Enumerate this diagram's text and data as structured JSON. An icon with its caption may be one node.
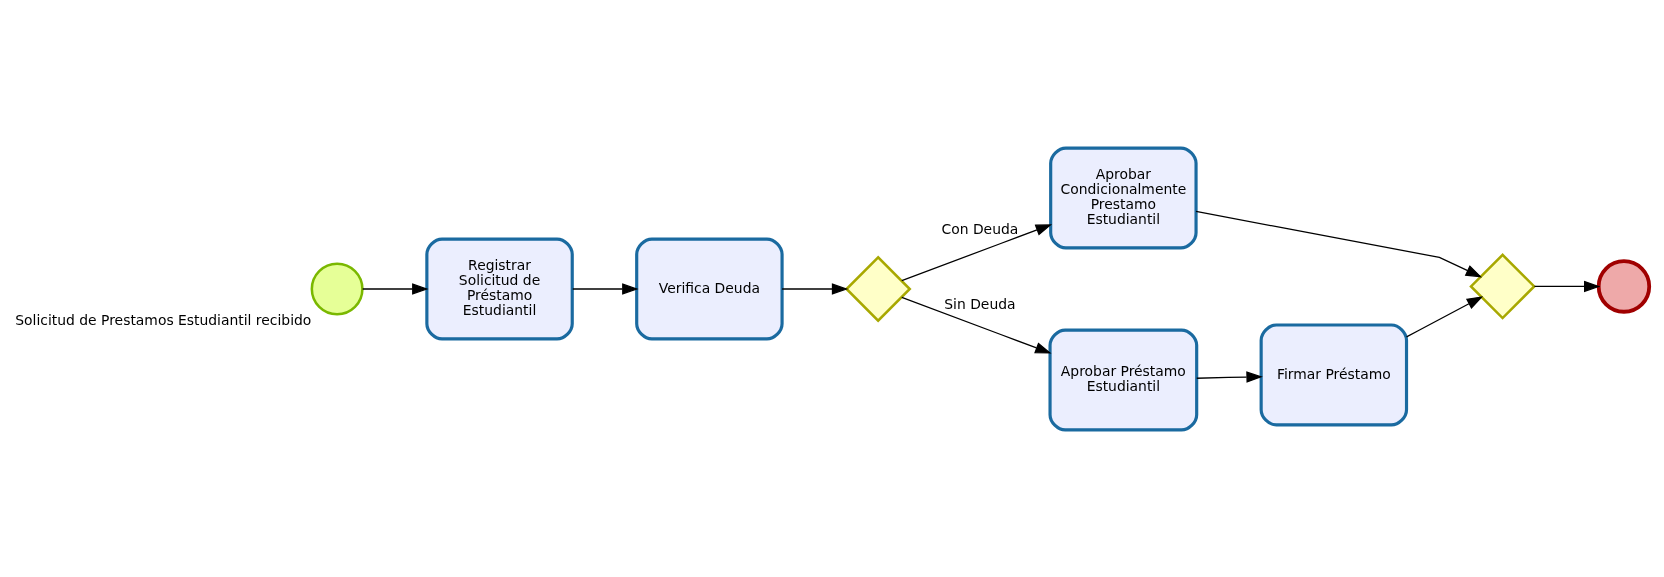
{
  "diagram": {
    "nodes": [
      {
        "text": [],
        "shape": "circle",
        "beside": [
          "Solicitud de Prestamos Estudiantil recibido"
        ]
      },
      {
        "text": [
          "Registrar Solicitud de Préstamo Estudiantil"
        ]
      },
      {
        "text": [
          "Verifica Deuda"
        ]
      },
      {
        "text": [],
        "shape": "diamond"
      },
      {
        "text": [
          "Aprobar Condicionalmente Prestamo Estudiantil"
        ]
      },
      {
        "text": [
          "Aprobar Préstamo Estudiantil"
        ]
      },
      {
        "text": [
          "Firmar Préstamo"
        ]
      },
      {
        "text": [],
        "shape": "diamond"
      },
      {
        "text": [],
        "shape": "circle"
      }
    ],
    "edges": [
      {
        "from": 0,
        "to": 1,
        "arrow": "to"
      },
      {
        "from": 1,
        "to": 2,
        "arrow": "to"
      },
      {
        "from": 2,
        "to": 3,
        "arrow": "to"
      },
      {
        "from": 3,
        "to": 4,
        "arrow": "to",
        "label": "Con Deuda"
      },
      {
        "from": 3,
        "to": 5,
        "arrow": "to",
        "label": "Sin Deuda"
      },
      {
        "from": 5,
        "to": 6,
        "arrow": "to"
      },
      {
        "from": 4,
        "to": 7,
        "arrow": "to"
      },
      {
        "from": 6,
        "to": 7,
        "arrow": "to"
      },
      {
        "from": 7,
        "to": 8,
        "arrow": "to"
      }
    ]
  }
}
